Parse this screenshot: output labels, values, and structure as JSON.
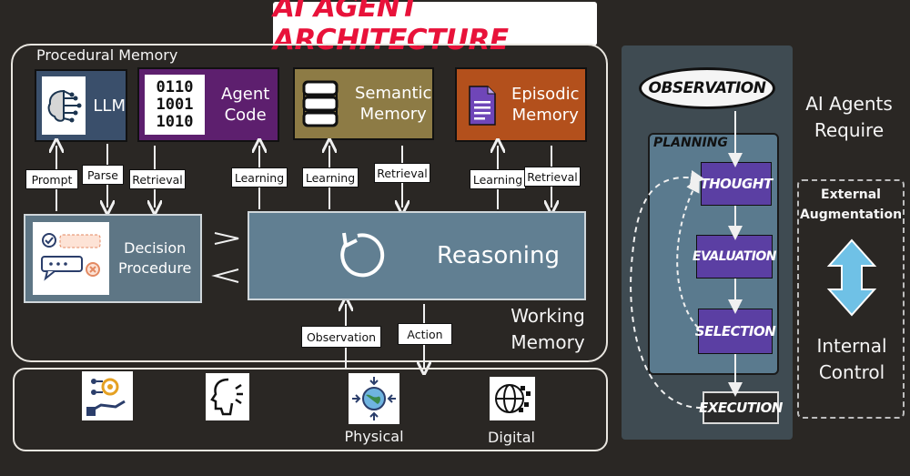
{
  "title": "AI AGENT ARCHITECTURE",
  "procedural_memory_label": "Procedural Memory",
  "memory_boxes": {
    "llm": "LLM",
    "agent_code": "Agent\nCode",
    "agent_code_bits": [
      "0110",
      "1001",
      "1010"
    ],
    "semantic": "Semantic\nMemory",
    "episodic": "Episodic\nMemory"
  },
  "arrow_labels": {
    "prompt": "Prompt",
    "parse": "Parse",
    "retrieval_1": "Retrieval",
    "learning_1": "Learning",
    "learning_2": "Learning",
    "retrieval_2": "Retrieval",
    "learning_3": "Learning",
    "retrieval_3": "Retrieval",
    "observation": "Observation",
    "action": "Action"
  },
  "decision_procedure": "Decision\nProcedure",
  "reasoning": "Reasoning",
  "working_memory": "Working\nMemory",
  "environment": {
    "physical": "Physical",
    "digital": "Digital"
  },
  "loop": {
    "observation": "OBSERVATION",
    "planning": "PLANNING",
    "thought": "THOUGHT",
    "evaluation": "EVALUATION",
    "selection": "SELECTION",
    "execution": "EXECUTION"
  },
  "right_panel": {
    "ai_agents_require": "AI Agents\nRequire",
    "external_augmentation": "External\nAugmentation",
    "internal_control": "Internal\nControl"
  },
  "colors": {
    "llm": "#3a4f6b",
    "agent_code": "#5d1f6e",
    "semantic": "#8d7b45",
    "episodic": "#b3501c",
    "reasoning": "#617f92",
    "decision": "#5e7685",
    "stage_purple": "#5b3fa3",
    "loop_panel": "#3f4b52",
    "title_red": "#e8123a",
    "arrow_blue": "#6fc1e6"
  }
}
